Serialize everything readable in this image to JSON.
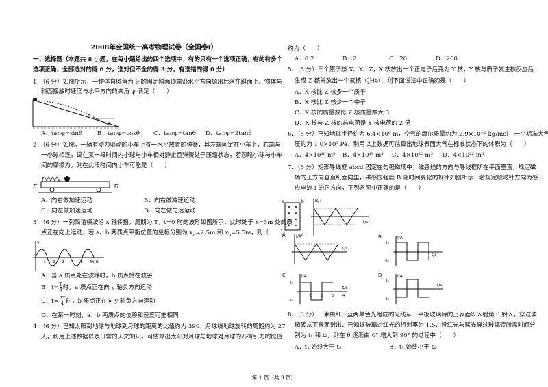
{
  "title": "2008年全国统一高考物理试卷（全国卷Ⅰ）",
  "section1": {
    "line1": "一、选择题（本题共 8 小题，在每小题给出的四个选项中，有的只有一个选项正确，有的有多个",
    "line2": "选项正确，全部选对的得 6 分，选对但不全的得 3 分，有选错的得 0 分）"
  },
  "q1": {
    "line1": "1．（6 分）如图所示，一物体自倾角为 θ 的固定斜面顶端沿水平方向抛出后落在斜面上。物体与",
    "line2": "斜面接触时速度与水平方向的夹角 φ 满足（　　）",
    "options": [
      "A．tanφ=sinθ",
      "B．tanφ=cosθ",
      "C．tanφ=tanθ",
      "D．tanφ=2tanθ"
    ],
    "fig_phi": "φ",
    "fig_theta": "θ"
  },
  "q2": {
    "line1": "2．（6 分）如图，一辆有动力驱动的小车上有一水平放置的弹簧，其左端固定在小车上，右端与",
    "line2": "一小球相连，设在某一段时间内小球与小车相对静止且弹簧处于压缩状态，若忽略小球与小车",
    "line3": "间的摩擦力，则在此段时间内小车可能是（　　）",
    "fig_left": "左",
    "fig_right": "右",
    "options": [
      "A．向右做加速运动",
      "B．向右做减速运动",
      "C．向左做加速运动",
      "D．向左做匀速运动"
    ]
  },
  "q3": {
    "line1": "3．（6 分）一列简谐横波沿 x 轴传播，周期为 T，t=0 时的波形如图所示，此时处于 x=3m 处的质",
    "line2": "点正在向上运动，若 a、b 两质点平衡位置的坐标分别为 x",
    "line2b": "=2.5m 和 x",
    "line2c": "=5.5m，则（　　）",
    "sub_a": "a",
    "sub_b": "b",
    "fig_y": "y",
    "fig_x": "x/m",
    "fig_ticks": [
      "1",
      "2",
      "3",
      "4",
      "5",
      "6"
    ],
    "optA": "A．当 a 质点处在波峰时，b 质点恰在波谷",
    "optB1": "B．t=",
    "optB2": "时，a 质点正在向 y 轴负方向运动",
    "optC1": "C．t=",
    "optC2": "时，b 质点正在向 y 轴负方向运动",
    "fracB": {
      "num": "T",
      "den": "4"
    },
    "fracC": {
      "num": "3T",
      "den": "4"
    },
    "optD": "D．在某一时刻，a、b 两质点的位移和速度可能相同"
  },
  "q4": {
    "line1": "4．（6 分）已知太阳到地球与地球到月球的距离的比值约为 390，月球绕地球旋转的周期约为 27",
    "line2": "天，利用上述数据以及日常的天文知识，可估算出太阳对月球与地球对月球的万有引力的比值",
    "line3": "约为（　　）",
    "options": [
      "A．0.2",
      "B．2",
      "C．20",
      "D．200"
    ]
  },
  "q5": {
    "line1": "5．（6 分）三个原子核 X、Y、Z，X 核放出一个正电子后变为 Y 核，Y 核与质子发生核反应后",
    "line2a": "生成 Z 核并放出一个氦核（",
    "he_mass": "4",
    "he_charge": "2",
    "he_sym": "He",
    "line2b": "）．则下面说法中正确的是（　　）",
    "options": [
      "A．X 核比 Z 核多一个质子",
      "B．X 核比 Z 核少一个中子",
      "C．X 核的质量数比 Z 核质量数大 3",
      "D．X 核与 Z 核的总电荷是 Y 核电荷的 2 倍"
    ]
  },
  "q6": {
    "line1": "6．（6 分）已知地球半径约为 6.4×10⁶ m，空气的摩尔质量约为 2.9×10⁻² kg/mol，一个标准大气",
    "line2": "压约为 1.0×10⁵ Pa．利用以上数据可估算出地球表面大气在标准状态下的体积为（　　）",
    "options": [
      "A．4×10¹⁶ m³",
      "B．4×10¹⁸ m³",
      "C．4×10²⁰ m³",
      "D．4×10²² m³"
    ]
  },
  "q7": {
    "line1": "7．（6 分）矩形导线框 abcd 固定在匀强磁场中，磁感线的方向与导线框所在平面垂直，规定磁",
    "line2": "场的正方向垂直纸面向里，磁感应强度 B 随时间变化的规律如图所示．若规定顺时针方向为感",
    "line3": "应电流 I 的正方向，下列各图中正确的是（　　）",
    "fig": {
      "a": "a",
      "b": "b",
      "c": "c",
      "d": "d",
      "B": "B/T",
      "t": "t/s",
      "I": "I/A",
      "ticks": [
        "1",
        "2",
        "3",
        "4"
      ],
      "pos": "I₀",
      "neg": "-I₀",
      "labels": [
        "A",
        "B",
        "C",
        "D"
      ]
    }
  },
  "q8": {
    "line1": "8．（6 分）一束由红、蓝两单色光组成的光线从一平板玻璃砖的上表面以入射角 θ 射入，穿过玻",
    "line2": "璃砖从下表面射出．已知该玻璃对红光的折射率为 1.5．设红光与蓝光穿过玻璃砖所需时间分",
    "line3": "别为 t₁ 和 t₂，则在 θ 逐渐由 0° 增大到 90° 的过程中（　　）",
    "options": [
      "A．t₁ 始终大于 t₂",
      "B．t₁ 始终小于 t₂"
    ]
  },
  "footer": "第 1 页（共 3 页）"
}
